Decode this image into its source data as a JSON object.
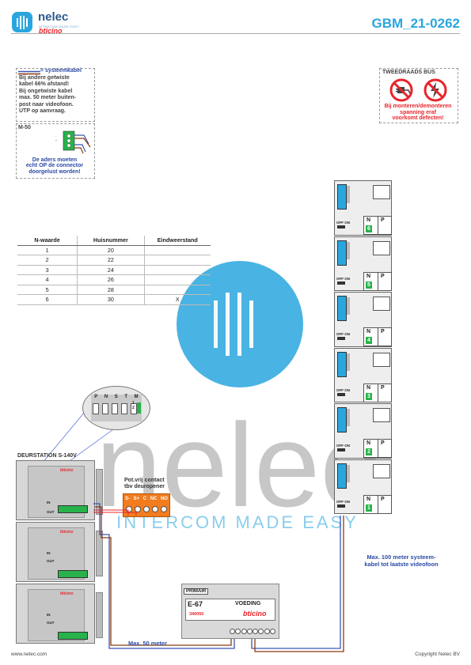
{
  "header": {
    "brand_name": "nelec",
    "brand_tagline": "INTERCOM MADE EASY",
    "brand_partner": "bticino",
    "doc_code": "GBM_21-0262"
  },
  "legend_cable": {
    "title": "= systeemkabel",
    "lines": [
      "Bij andere getwiste",
      "kabel 66% afstand!",
      "Bij ongetwiste kabel",
      "max. 50 meter buiten-",
      "post naar videofoon.",
      "UTP op aanvraag."
    ]
  },
  "connector_note": {
    "title": "M-50",
    "lines": [
      "De aders moeten",
      "echt OP de connector",
      "doorgelust worden!"
    ]
  },
  "two_wire_note": {
    "title": "TWEEDRAADS BUS",
    "lines": [
      "Bij monteren/demonteren",
      "spanning eraf",
      "voorkomt defecten!"
    ]
  },
  "table": {
    "headers": [
      "N-waarde",
      "Huisnummer",
      "Eindweerstand"
    ],
    "rows": [
      [
        "1",
        "20",
        ""
      ],
      [
        "2",
        "22",
        ""
      ],
      [
        "3",
        "24",
        ""
      ],
      [
        "4",
        "26",
        ""
      ],
      [
        "5",
        "28",
        ""
      ],
      [
        "6",
        "30",
        "X"
      ]
    ]
  },
  "monitors": {
    "n_label": "N",
    "p_label": "P",
    "off_on": "OFF ON",
    "units": [
      "6",
      "5",
      "4",
      "3",
      "2",
      "1"
    ]
  },
  "door_station": {
    "title": "DEURSTATION S-140V",
    "dip_labels": [
      "P",
      "N",
      "S",
      "T",
      "M"
    ],
    "dip_numbers": [
      "1",
      "2"
    ],
    "module_label": "bticino",
    "in_label": "IN",
    "out_label": "OUT"
  },
  "relay": {
    "title_lines": [
      "Pot.vrij contact",
      "tbv deuropener"
    ],
    "terminals": [
      "S-",
      "S+",
      "C",
      "NC",
      "NO"
    ]
  },
  "watermark": {
    "word": "nelec",
    "tagline": "INTERCOM MADE EASY"
  },
  "cable_note": {
    "lines": [
      "Max. 100 meter systeem-",
      "kabel tot laatste videofoon"
    ]
  },
  "max_50": "Max. 50 meter",
  "power_supply": {
    "tag": "PRIMAIR",
    "model": "E-67",
    "label": "VOEDING",
    "part": "346050",
    "brand": "bticino"
  },
  "footer": {
    "left": "www.nelec.com",
    "right": "Copyright Nelec BV"
  },
  "colors": {
    "accent": "#29a6de",
    "bus_blue": "#3b56b0",
    "bus_brown": "#8a3b12",
    "relay_orange": "#f27c1e",
    "screw_green": "#27b24a",
    "unit_gray": "#d7d7d7"
  }
}
